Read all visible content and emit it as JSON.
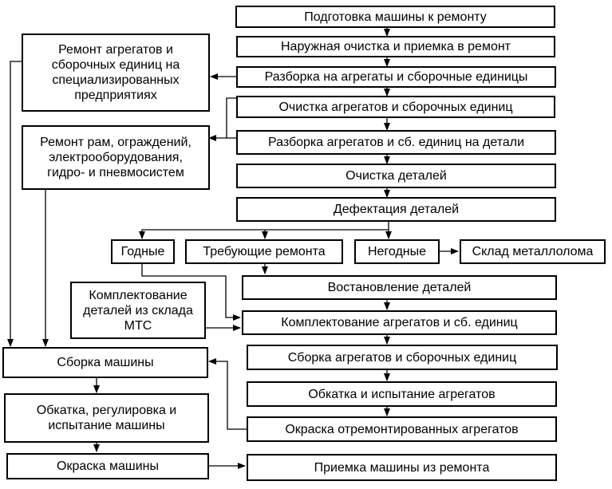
{
  "nodes": {
    "prep": "Подготовка машины к ремонту",
    "outer_clean": "Наружная очистка и приемка в ремонт",
    "disassembly_units": "Разборка на агрегаты и сборочные единицы",
    "clean_units": "Очистка агрегатов и сборочных единиц",
    "disassembly_parts": "Разборка агрегатов и сб. единиц на детали",
    "clean_parts": "Очистка деталей",
    "defect": "Дефектация деталей",
    "good": "Годные",
    "need_repair": "Требующие ремонта",
    "unfit": "Негодные",
    "scrap": "Склад металлолома",
    "restore": "Востановление деталей",
    "complect_units": "Комплектование агрегатов и сб. единиц",
    "assembly_units": "Сборка агрегатов и сборочных единиц",
    "run_in_units": "Обкатка и испытание агрегатов",
    "paint_units": "Окраска отремонтированных агрегатов",
    "acceptance": "Приемка машины из ремонта",
    "specialized_repair": "Ремонт агрегатов и\nсборочных единиц на\nспециализированных\nпредприятиях",
    "frames_repair": "Ремонт рам, ограждений,\nэлектрооборудования,\nгидро- и пневмосистем",
    "mts_stock": "Комплектование\nдеталей из склада\nМТС",
    "machine_assembly": "Сборка машины",
    "machine_run_in": "Обкатка, регулировка и\nиспытание машины",
    "machine_paint": "Окраска машины"
  }
}
